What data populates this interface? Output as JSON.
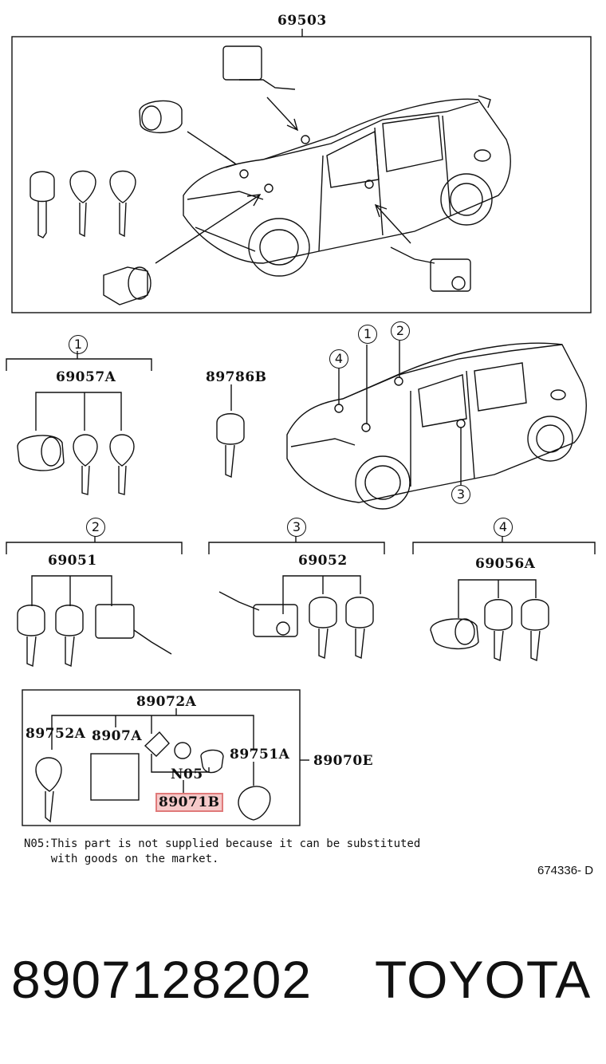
{
  "diagram": {
    "assembly_top": "69503",
    "group1": {
      "ref": "1",
      "part": "69057A"
    },
    "key_single": "89786B",
    "group2": {
      "ref": "2",
      "part": "69051"
    },
    "group3": {
      "ref": "3",
      "part": "69052"
    },
    "group4": {
      "ref": "4",
      "part": "69056A"
    },
    "car_refs": [
      "1",
      "2",
      "3",
      "4"
    ],
    "transmitter": {
      "part_upper": "89072A",
      "key": "89752A",
      "sub": "8907A",
      "n05": "N05",
      "highlight": "89071B",
      "case": "89751A",
      "assembly": "89070E"
    },
    "note_line1": "N05:This part is not supplied because it can be substituted",
    "note_line2": "    with goods on the market.",
    "catalog_id": "674336- D"
  },
  "footer": {
    "part_number": "8907128202",
    "brand": "TOYOTA"
  }
}
